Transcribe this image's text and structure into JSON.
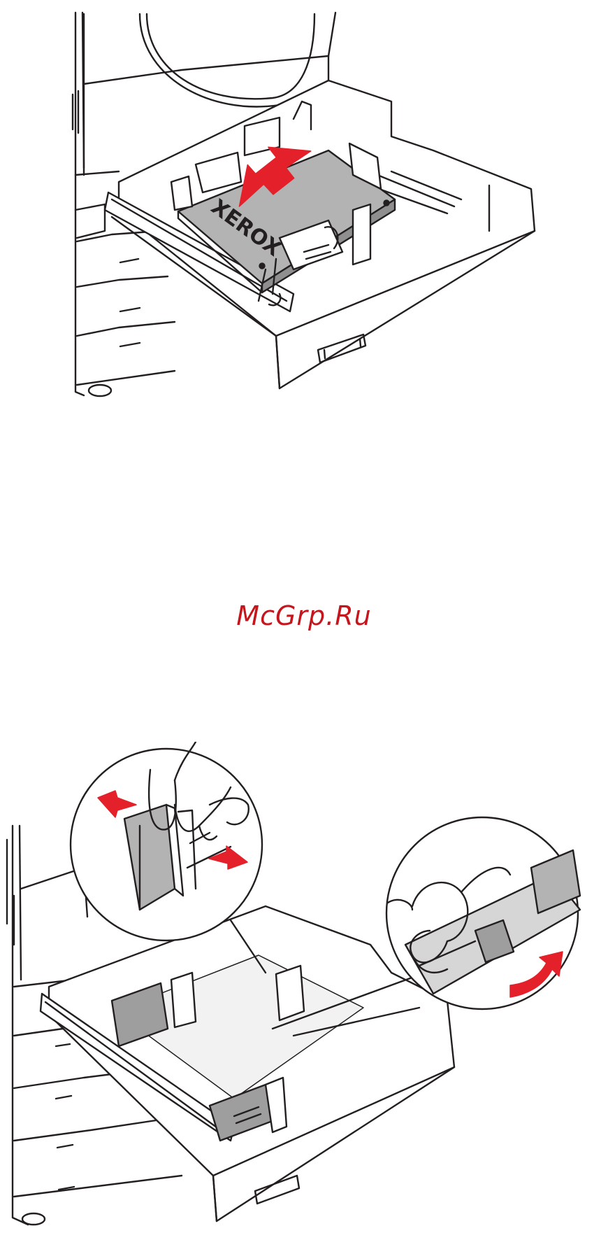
{
  "watermark": "McGrp.Ru",
  "paper_brand": "XEROX",
  "colors": {
    "line": "#231f20",
    "arrow": "#e4202b",
    "gray": "#b3b3b3",
    "light_gray": "#d6d6d6",
    "paper": "#f2f2f2",
    "watermark": "#c4161c"
  },
  "figures": [
    {
      "name": "load-paper-step",
      "arrow_direction": "left"
    },
    {
      "name": "adjust-guides-step",
      "arrow_direction": "outward"
    }
  ]
}
